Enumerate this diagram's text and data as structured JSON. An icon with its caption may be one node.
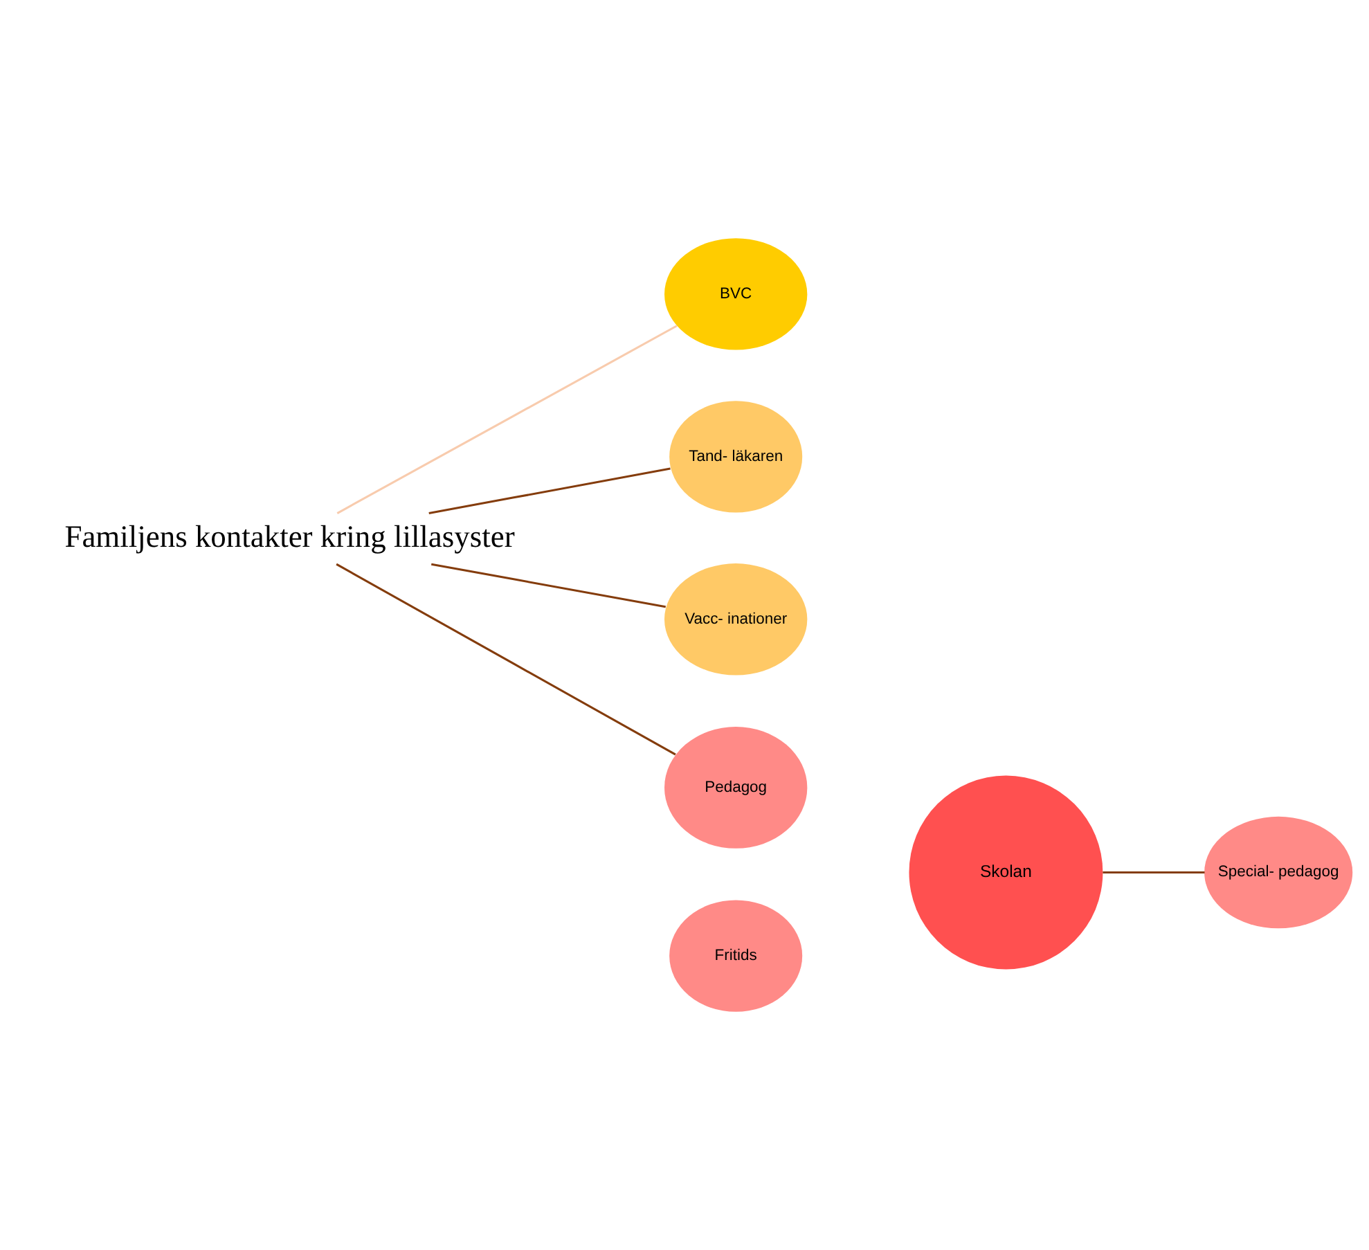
{
  "diagram": {
    "nodes": [
      {
        "text": [
          "Familjens kontakter kring lillasyster"
        ]
      },
      {
        "text": [
          "BVC"
        ]
      },
      {
        "text": [
          "Tand- läkaren"
        ]
      },
      {
        "text": [
          "Vacc- inationer"
        ]
      },
      {
        "text": [
          "Pedagog"
        ]
      },
      {
        "text": [
          "Fritids"
        ]
      },
      {
        "text": [
          "Skolan"
        ]
      },
      {
        "text": [
          "Special- pedagog"
        ]
      }
    ],
    "edges": [
      {
        "from": 0,
        "to": 1,
        "arrow": "none",
        "color": "#f8cbad"
      },
      {
        "from": 0,
        "to": 2,
        "arrow": "none"
      },
      {
        "from": 0,
        "to": 3,
        "arrow": "none"
      },
      {
        "from": 0,
        "to": 4,
        "arrow": "none"
      },
      {
        "from": 6,
        "to": 7,
        "arrow": "none"
      }
    ]
  }
}
